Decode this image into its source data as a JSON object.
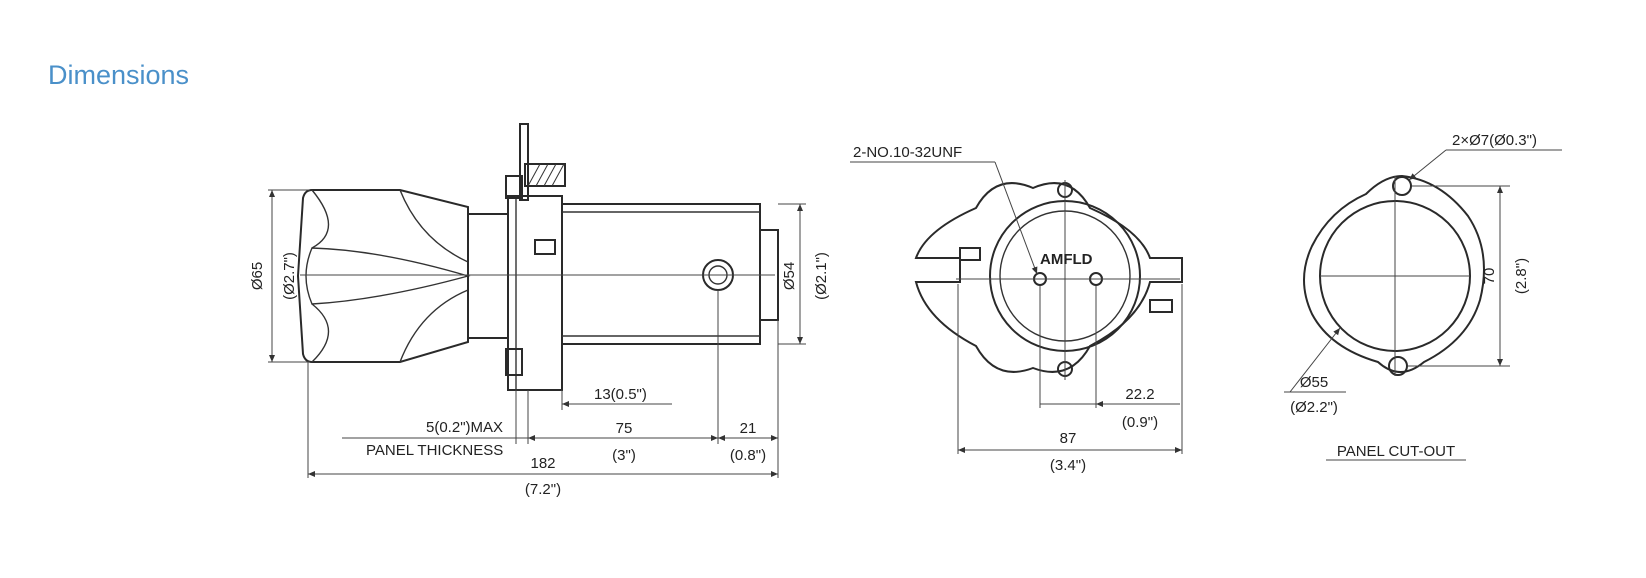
{
  "heading": "Dimensions",
  "side_view": {
    "dia_65": "Ø65",
    "dia_65_in": "(Ø2.7\")",
    "dia_54": "Ø54",
    "dia_54_in": "(Ø2.1\")",
    "dim_13": "13(0.5\")",
    "panel_max": "5(0.2\")MAX",
    "panel_thickness": "PANEL THICKNESS",
    "dim_75": "75",
    "dim_75_in": "(3\")",
    "dim_21": "21",
    "dim_21_in": "(0.8\")",
    "dim_182": "182",
    "dim_182_in": "(7.2\")"
  },
  "front_view": {
    "thread_label": "2-NO.10-32UNF",
    "brand": "AMFLD",
    "dim_22": "22.2",
    "dim_22_in": "(0.9\")",
    "dim_87": "87",
    "dim_87_in": "(3.4\")"
  },
  "cutout_view": {
    "holes_label": "2×Ø7(Ø0.3\")",
    "dim_70": "70",
    "dim_70_in": "(2.8\")",
    "dia_55": "Ø55",
    "dia_55_in": "(Ø2.2\")",
    "title": "PANEL CUT-OUT"
  }
}
